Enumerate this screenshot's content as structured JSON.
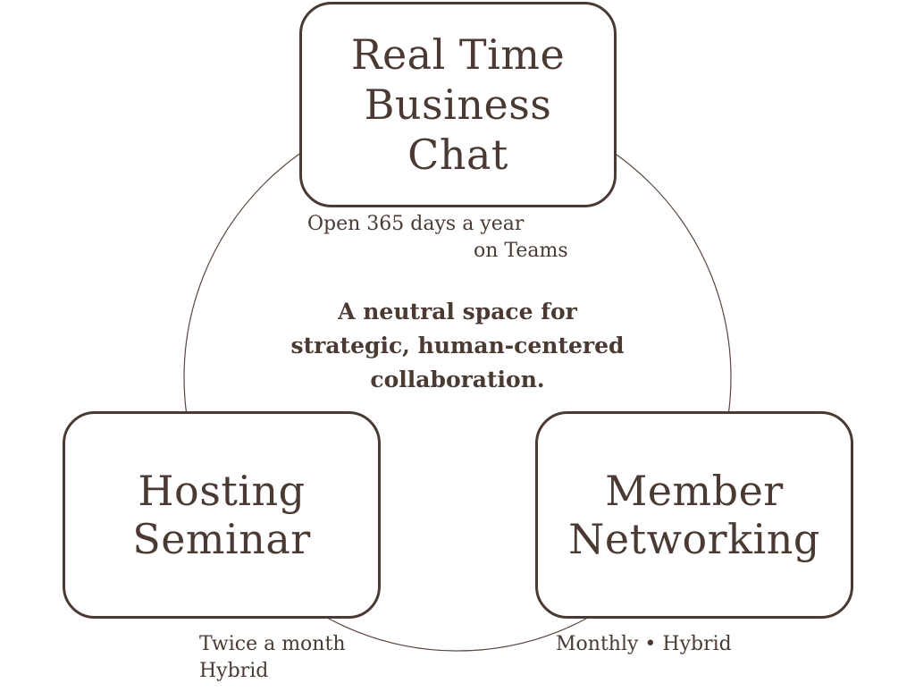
{
  "diagram": {
    "center_text": "A neutral space for strategic, human-centered collaboration.",
    "nodes": {
      "top": {
        "title": "Real Time Business Chat",
        "caption_line1": "Open 365 days a year",
        "caption_line2": "on Teams"
      },
      "left": {
        "title": "Hosting Seminar",
        "caption_line1": "Twice a month",
        "caption_line2": "Hybrid"
      },
      "right": {
        "title": "Member Networking",
        "caption": "Monthly • Hybrid"
      }
    },
    "colors": {
      "ink": "#4a3a33",
      "background": "#ffffff"
    }
  }
}
